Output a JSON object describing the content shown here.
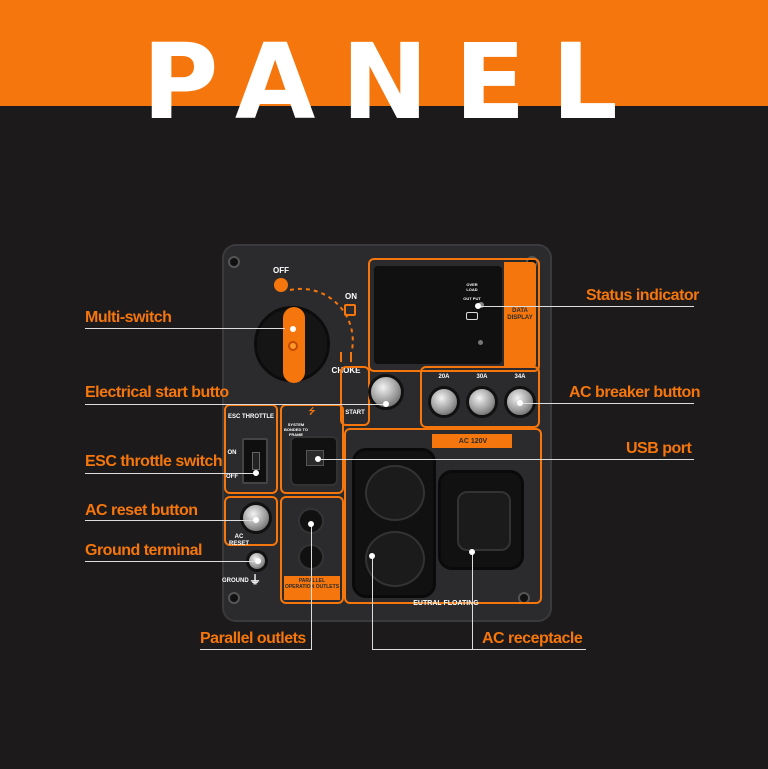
{
  "title": "PANEL",
  "colors": {
    "accent": "#f5760c",
    "background": "#1c1a1a",
    "panel": "#2b2b2d"
  },
  "labels": {
    "multi_switch": "Multi-switch",
    "electrical_start": "Electrical start butto",
    "esc_throttle_switch": "ESC throttle switch",
    "ac_reset_button": "AC reset button",
    "ground_terminal": "Ground terminal",
    "parallel_outlets": "Parallel outlets",
    "status_indicator": "Status indicator",
    "ac_breaker_button": "AC breaker button",
    "usb_port": "USB port",
    "ac_receptacle": "AC receptacle"
  },
  "panel": {
    "off": "OFF",
    "on": "ON",
    "choke": "CHOKE",
    "data_display": "DATA DISPLAY",
    "indicator_overload": "OVER LOAD",
    "indicator_output": "OUT PUT",
    "start": "START",
    "breaker_20": "20A",
    "breaker_30": "30A",
    "breaker_34": "34A",
    "esc_throttle": "ESC THROTTLE",
    "esc_on": "ON",
    "esc_off": "OFF",
    "system_bonded": "SYSTEM BONDED TO FRAME",
    "ac_120v": "AC 120V",
    "ac_reset": "AC RESET",
    "ground": "GROUND",
    "parallel_operation": "PARALLEL OPERATION OUTLETS",
    "neutral_floating": "EUTRAL FLOATING"
  },
  "icons": [
    "fuel-icon",
    "usb-icon",
    "ground-icon",
    "oil-icon"
  ]
}
